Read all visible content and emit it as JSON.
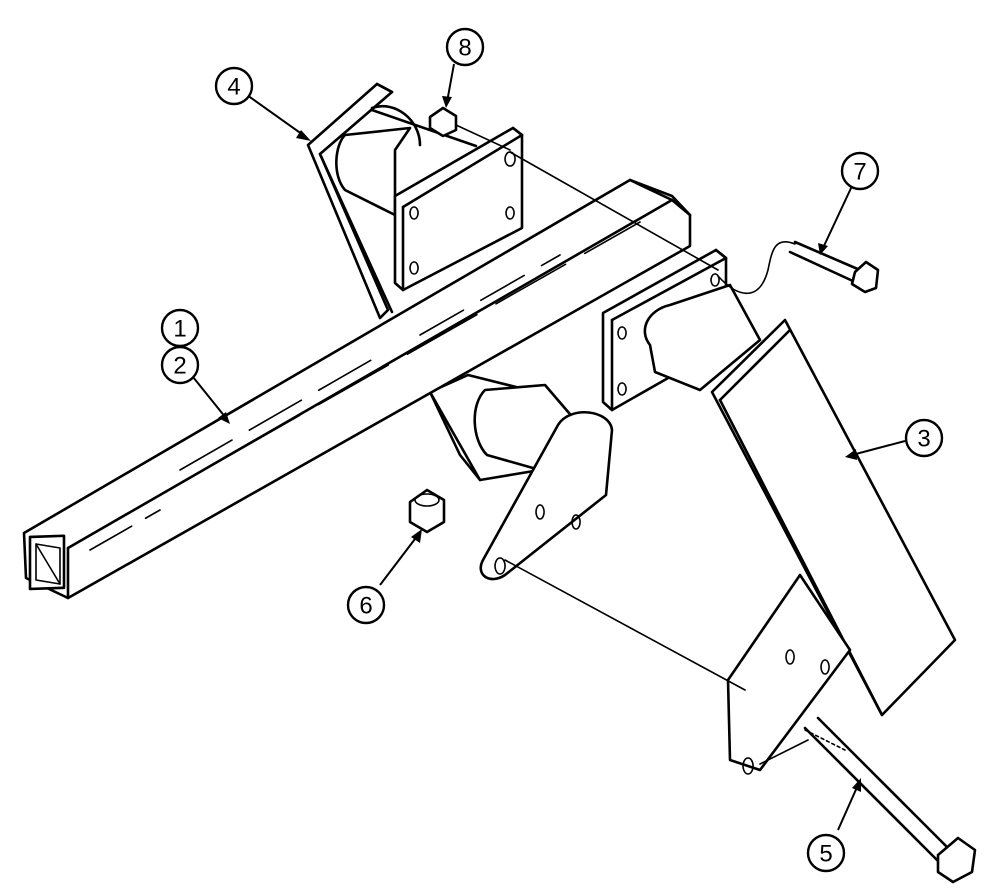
{
  "diagram": {
    "callouts": [
      {
        "id": "1",
        "label": "1"
      },
      {
        "id": "2",
        "label": "2"
      },
      {
        "id": "3",
        "label": "3"
      },
      {
        "id": "4",
        "label": "4"
      },
      {
        "id": "5",
        "label": "5"
      },
      {
        "id": "6",
        "label": "6"
      },
      {
        "id": "7",
        "label": "7"
      },
      {
        "id": "8",
        "label": "8"
      }
    ],
    "parts": [
      {
        "callout": "1/2",
        "name": "square-tube-crossbar"
      },
      {
        "callout": "3",
        "name": "right-arm-bracket"
      },
      {
        "callout": "4",
        "name": "left-arm-bracket"
      },
      {
        "callout": "5",
        "name": "long-bolt"
      },
      {
        "callout": "6",
        "name": "lock-nut"
      },
      {
        "callout": "7",
        "name": "short-bolt"
      },
      {
        "callout": "8",
        "name": "lock-nut-small"
      }
    ]
  }
}
